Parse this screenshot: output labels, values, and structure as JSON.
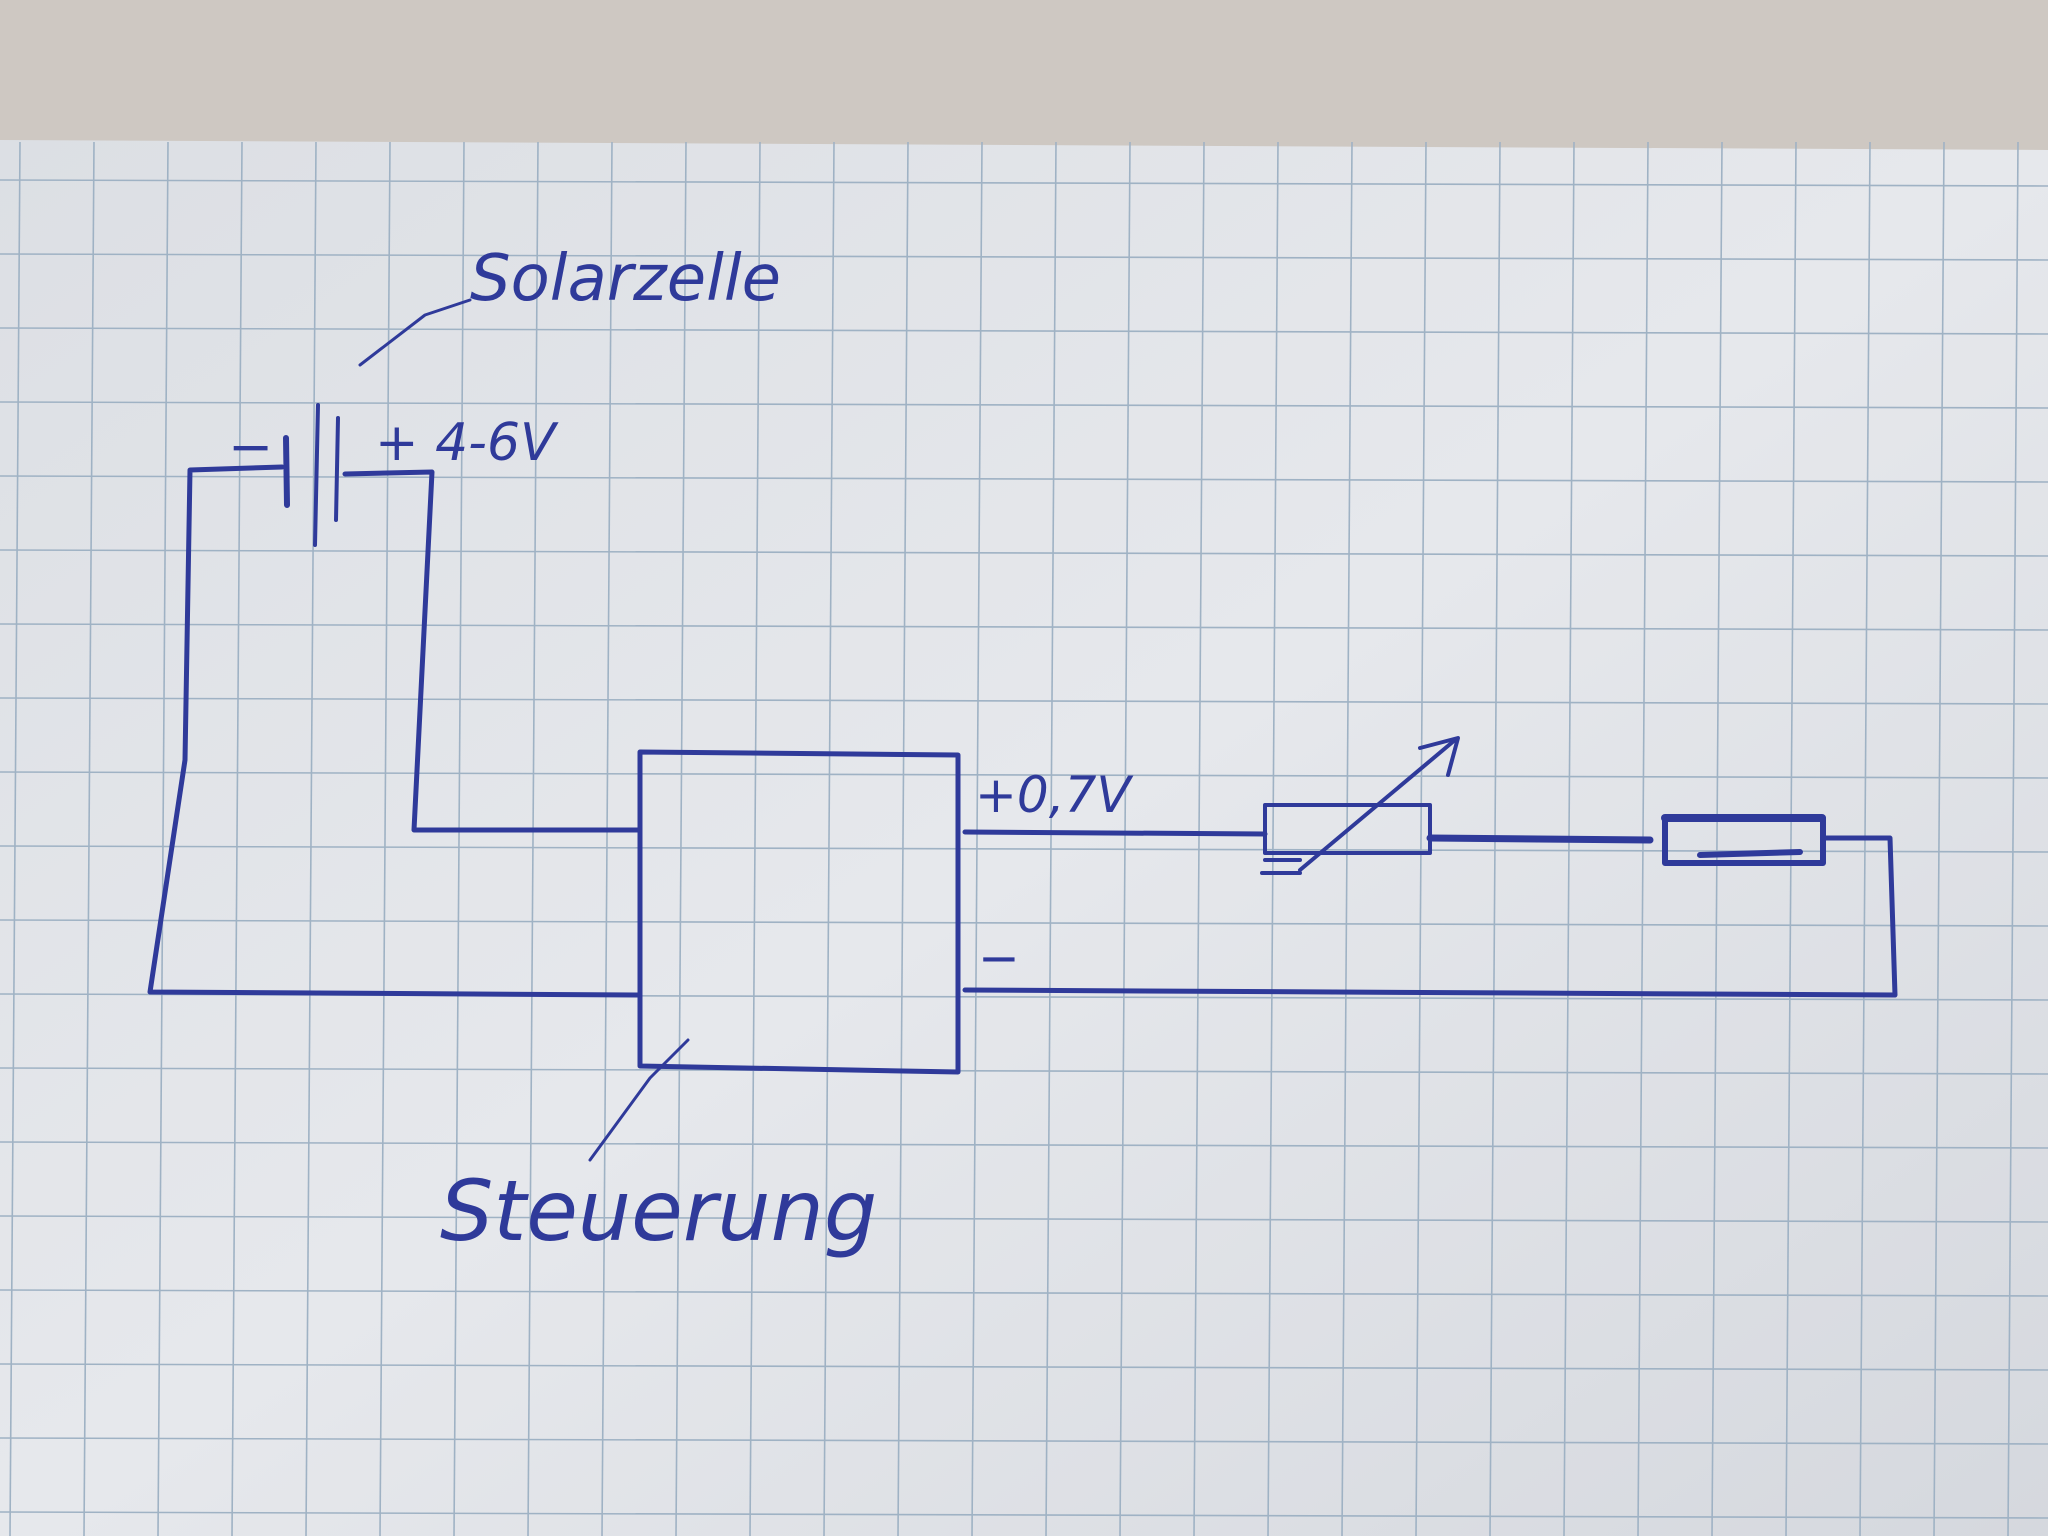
{
  "labels": {
    "solar_cell": "Solarzelle",
    "minus_battery": "−",
    "plus_voltage": "+ 4-6V",
    "output_plus": "+0,7V",
    "output_minus": "−",
    "controller": "Steuerung"
  },
  "colors": {
    "ink": "#2f3a9a",
    "paper": "#e4e6ea",
    "grid": "#9fb2c4",
    "background": "#cfcac6"
  }
}
